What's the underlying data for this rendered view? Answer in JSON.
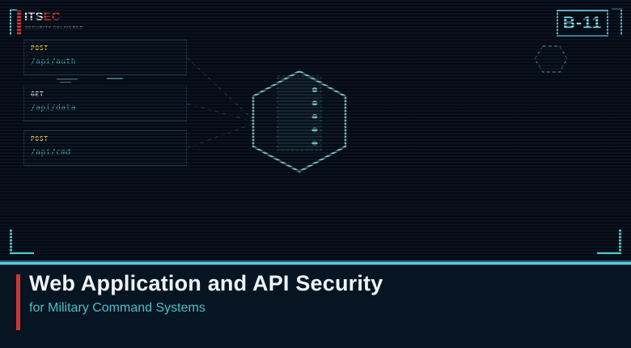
{
  "logo": {
    "text_primary": "ITS",
    "text_secondary": "EC",
    "tagline": "SECURITY DELIVERED"
  },
  "badge": {
    "label": "B-11"
  },
  "api_endpoints": [
    {
      "method": "POST",
      "path": "/api/auth",
      "method_color": "#d9b44a"
    },
    {
      "method": "GET",
      "path": "/api/data",
      "method_color": "#cfd8de"
    },
    {
      "method": "POST",
      "path": "/api/cmd",
      "method_color": "#d9b44a"
    }
  ],
  "hexagon_panel": {
    "dot_count": 5
  },
  "footer": {
    "title": "Web Application and API Security",
    "subtitle": "for Military Command Systems"
  },
  "colors": {
    "accent_cyan": "#56cede",
    "hud_outline_cyan": "#8ed8d8",
    "badge_cyan": "#7de0ee",
    "accent_red": "#cc3838",
    "method_post": "#d9b44a",
    "method_get": "#cfd8de",
    "path_cyan": "#4fc3c8",
    "title_white": "#eef3f7",
    "background_dark": "#0a1220",
    "footer_background": "#071522"
  }
}
